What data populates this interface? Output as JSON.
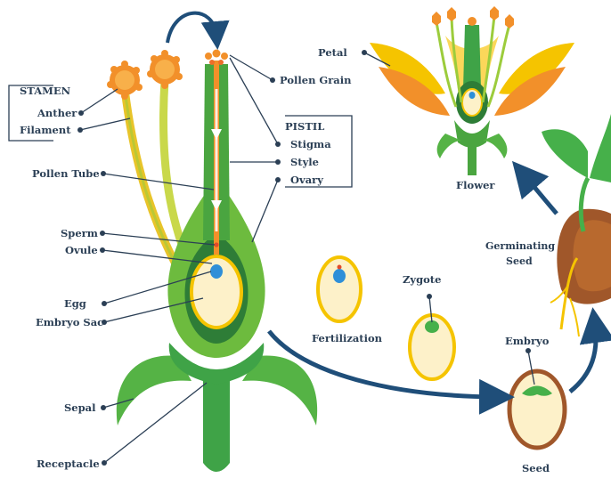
{
  "labels": {
    "stamen": "STAMEN",
    "anther": "Anther",
    "filament": "Filament",
    "pollen_tube": "Pollen Tube",
    "sperm": "Sperm",
    "ovule": "Ovule",
    "egg": "Egg",
    "embryo_sac": "Embryo Sac",
    "sepal": "Sepal",
    "receptacle": "Receptacle",
    "pollen_grain": "Pollen Grain",
    "pistil": "PISTIL",
    "stigma": "Stigma",
    "style": "Style",
    "ovary": "Ovary",
    "petal": "Petal",
    "flower": "Flower",
    "fertilization": "Fertilization",
    "zygote": "Zygote",
    "germinating_seed_line1": "Germinating",
    "germinating_seed_line2": "Seed",
    "embryo": "Embryo",
    "seed": "Seed"
  },
  "colors": {
    "text": "#2b3f55",
    "green_light": "#7cc242",
    "green_dark": "#2f8a3a",
    "yellow": "#f5c400",
    "orange": "#f2902a",
    "cream": "#fdf1c9",
    "brown": "#a0572a",
    "egg_blue": "#2f8fd8",
    "arrow_blue": "#1f4e79"
  }
}
